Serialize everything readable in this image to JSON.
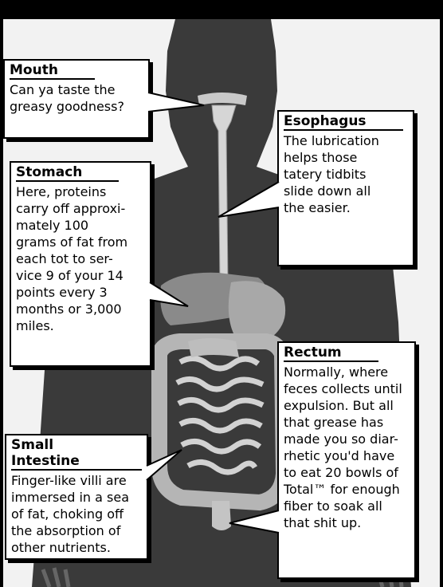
{
  "callouts": {
    "mouth": {
      "title": "Mouth",
      "body": "Can ya taste the\ngreasy goodness?"
    },
    "esophagus": {
      "title": "Esophagus",
      "body": "The lubrication\nhelps those\ntatery tidbits\nslide down all\nthe easier."
    },
    "stomach": {
      "title": "Stomach",
      "body": "Here, proteins\ncarry off approxi-\nmately 100\ngrams of fat from\neach tot to ser-\nvice 9 of your 14\npoints every 3\nmonths or 3,000\nmiles."
    },
    "rectum": {
      "title": "Rectum",
      "body": "Normally, where\nfeces collects until\nexpulsion. But all\nthat grease has\nmade you so diar-\nrhetic you'd have\nto eat 20 bowls of\nTotal™ for enough\nfiber to soak all\nthat shit up."
    },
    "small_intestine": {
      "title": "Small Intestine",
      "body": "Finger-like villi are\nimmersed in a sea\nof fat, choking off\nthe absorption of\nother nutrients."
    }
  }
}
